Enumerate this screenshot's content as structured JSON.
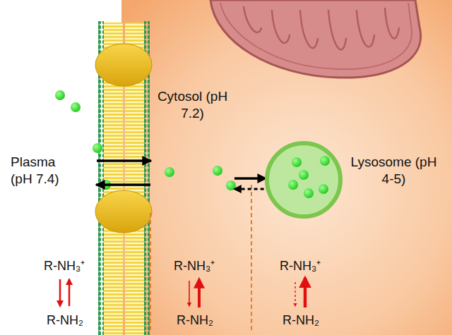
{
  "diagram": {
    "nodes": [
      {
        "text": [
          "Plasma (pH 7.4)"
        ]
      },
      {
        "text": [
          "Cytosol (pH 7.2)"
        ]
      },
      {
        "text": [
          "Lysosome (pH 4-5)"
        ]
      }
    ],
    "edges": [
      {
        "from": 0,
        "to": 1,
        "arrow": "to"
      },
      {
        "from": 1,
        "to": 0,
        "arrow": "to"
      },
      {
        "from": 1,
        "to": 2,
        "arrow": "to"
      },
      {
        "from": 2,
        "to": 1,
        "arrow": "to"
      }
    ],
    "labels": [
      "R-NH₃⁺",
      "R-NH₂",
      "R-NH₃⁺",
      "R-NH₂",
      "R-NH₃⁺",
      "R-NH₂"
    ]
  }
}
